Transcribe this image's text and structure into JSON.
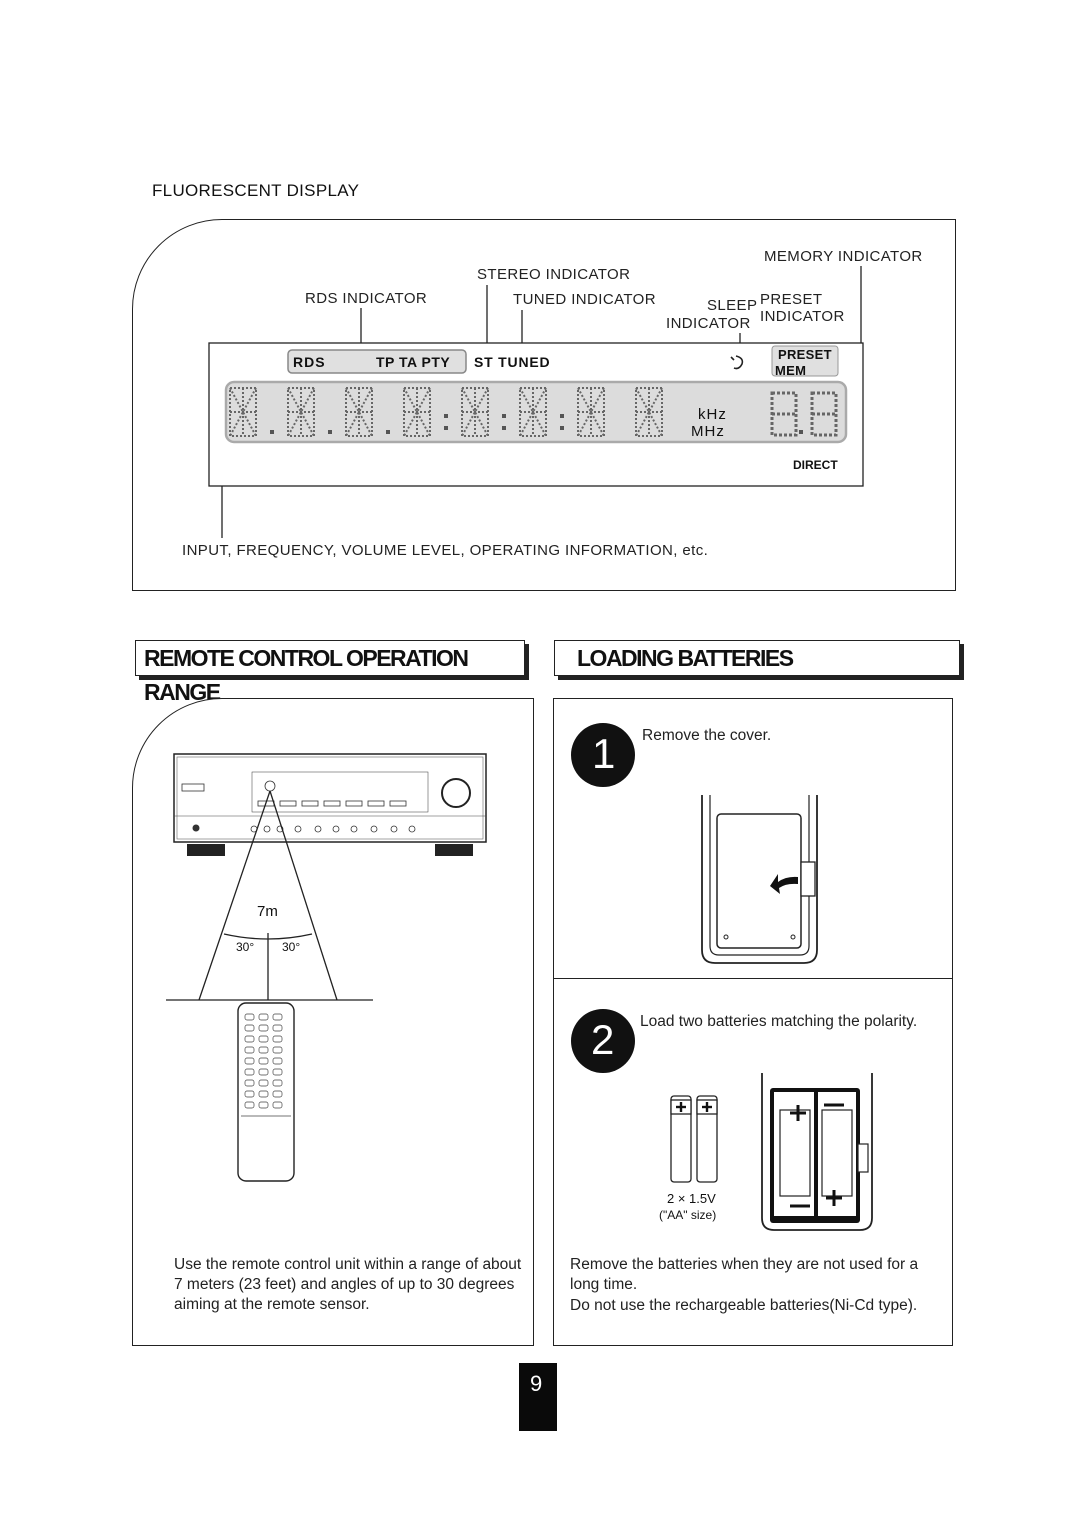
{
  "fluorescent": {
    "heading": "FLUORESCENT DISPLAY",
    "labels": {
      "memory": "MEMORY  INDICATOR",
      "stereo": "STEREO  INDICATOR",
      "rds": "RDS  INDICATOR",
      "tuned": "TUNED  INDICATOR",
      "sleep_line1": "SLEEP",
      "sleep_line2": "INDICATOR",
      "preset_line1": "PRESET",
      "preset_line2": "INDICATOR",
      "bottom": "INPUT,  FREQUENCY,  VOLUME  LEVEL,  OPERATING  INFORMATION,  etc."
    },
    "display": {
      "rds": "RDS",
      "tp_ta_pty": "TP  TA  PTY",
      "st_tuned": "ST  TUNED",
      "preset": "PRESET",
      "mem": "MEM",
      "khz": "kHz",
      "mhz": "MHz",
      "direct": "DIRECT"
    }
  },
  "remote_range": {
    "title": "REMOTE CONTROL OPERATION RANGE",
    "distance": "7m",
    "angle_left": "30°",
    "angle_right": "30°",
    "text": "Use the remote control unit within a range of about 7 meters (23 feet) and angles of up to 30 degrees aiming at the remote sensor."
  },
  "loading_batteries": {
    "title": "LOADING BATTERIES",
    "step1_number": "1",
    "step1_text": "Remove the cover.",
    "step2_number": "2",
    "step2_text": "Load two batteries matching the polarity.",
    "battery_spec": "2 × 1.5V",
    "battery_size": "(\"AA\" size)",
    "note1": "Remove the batteries when they are not used for a long time.",
    "note2": "Do not use the rechargeable batteries(Ni-Cd type)."
  },
  "page_number": "9"
}
